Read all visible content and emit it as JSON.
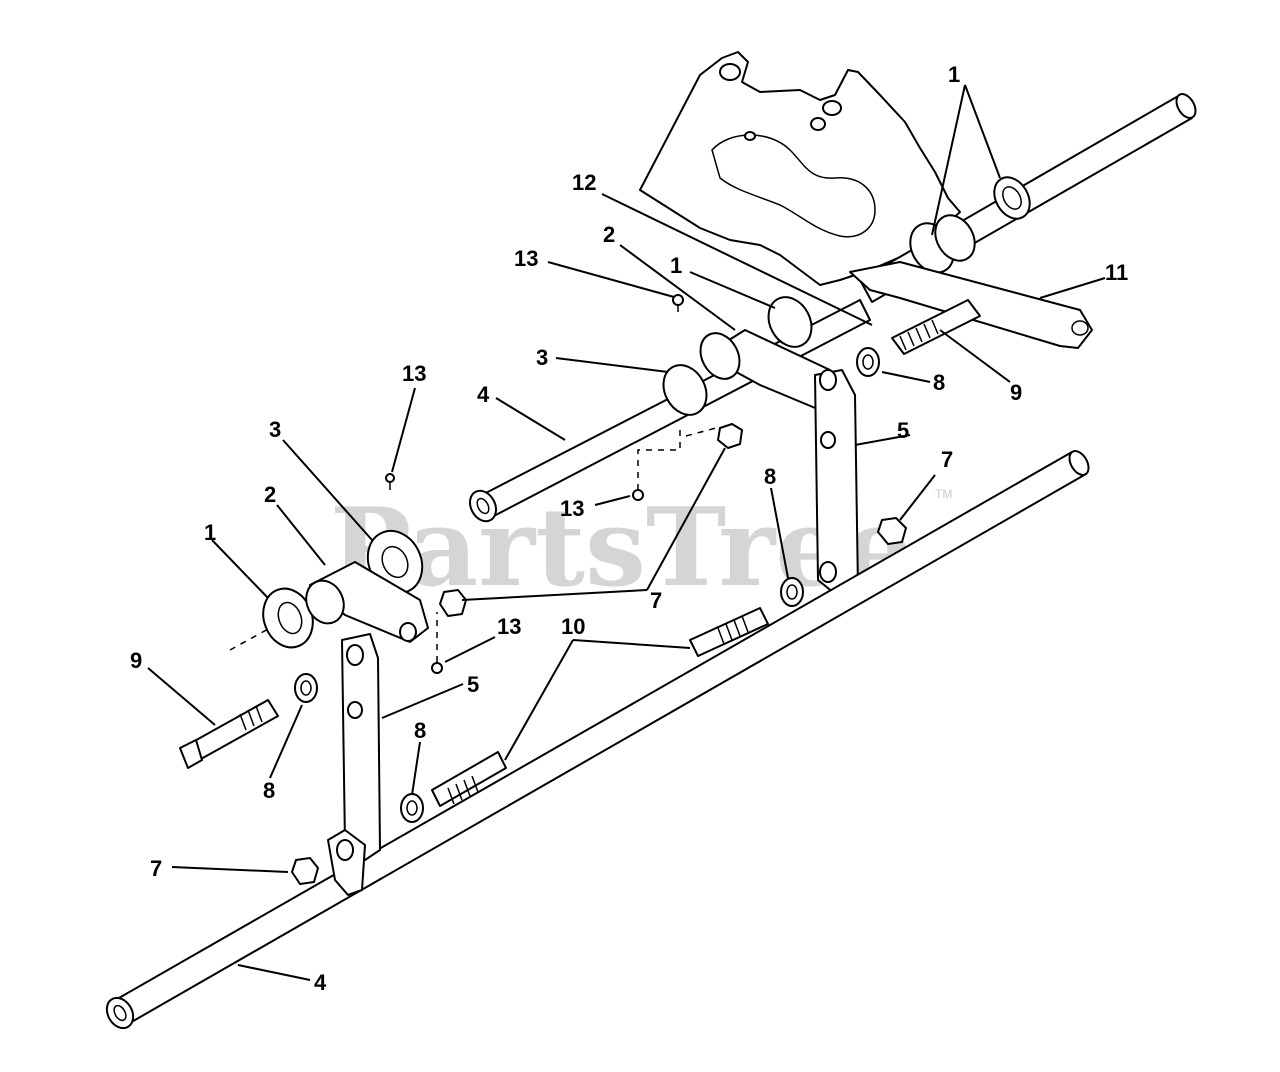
{
  "watermark": {
    "text": "PartsTree",
    "trademark": "TM"
  },
  "callouts": [
    {
      "label": "1"
    },
    {
      "label": "12"
    },
    {
      "label": "2"
    },
    {
      "label": "13"
    },
    {
      "label": "1"
    },
    {
      "label": "11"
    },
    {
      "label": "3"
    },
    {
      "label": "8"
    },
    {
      "label": "9"
    },
    {
      "label": "13"
    },
    {
      "label": "4"
    },
    {
      "label": "5"
    },
    {
      "label": "3"
    },
    {
      "label": "7"
    },
    {
      "label": "8"
    },
    {
      "label": "13"
    },
    {
      "label": "2"
    },
    {
      "label": "1"
    },
    {
      "label": "7"
    },
    {
      "label": "10"
    },
    {
      "label": "13"
    },
    {
      "label": "9"
    },
    {
      "label": "5"
    },
    {
      "label": "8"
    },
    {
      "label": "8"
    },
    {
      "label": "7"
    },
    {
      "label": "4"
    }
  ]
}
